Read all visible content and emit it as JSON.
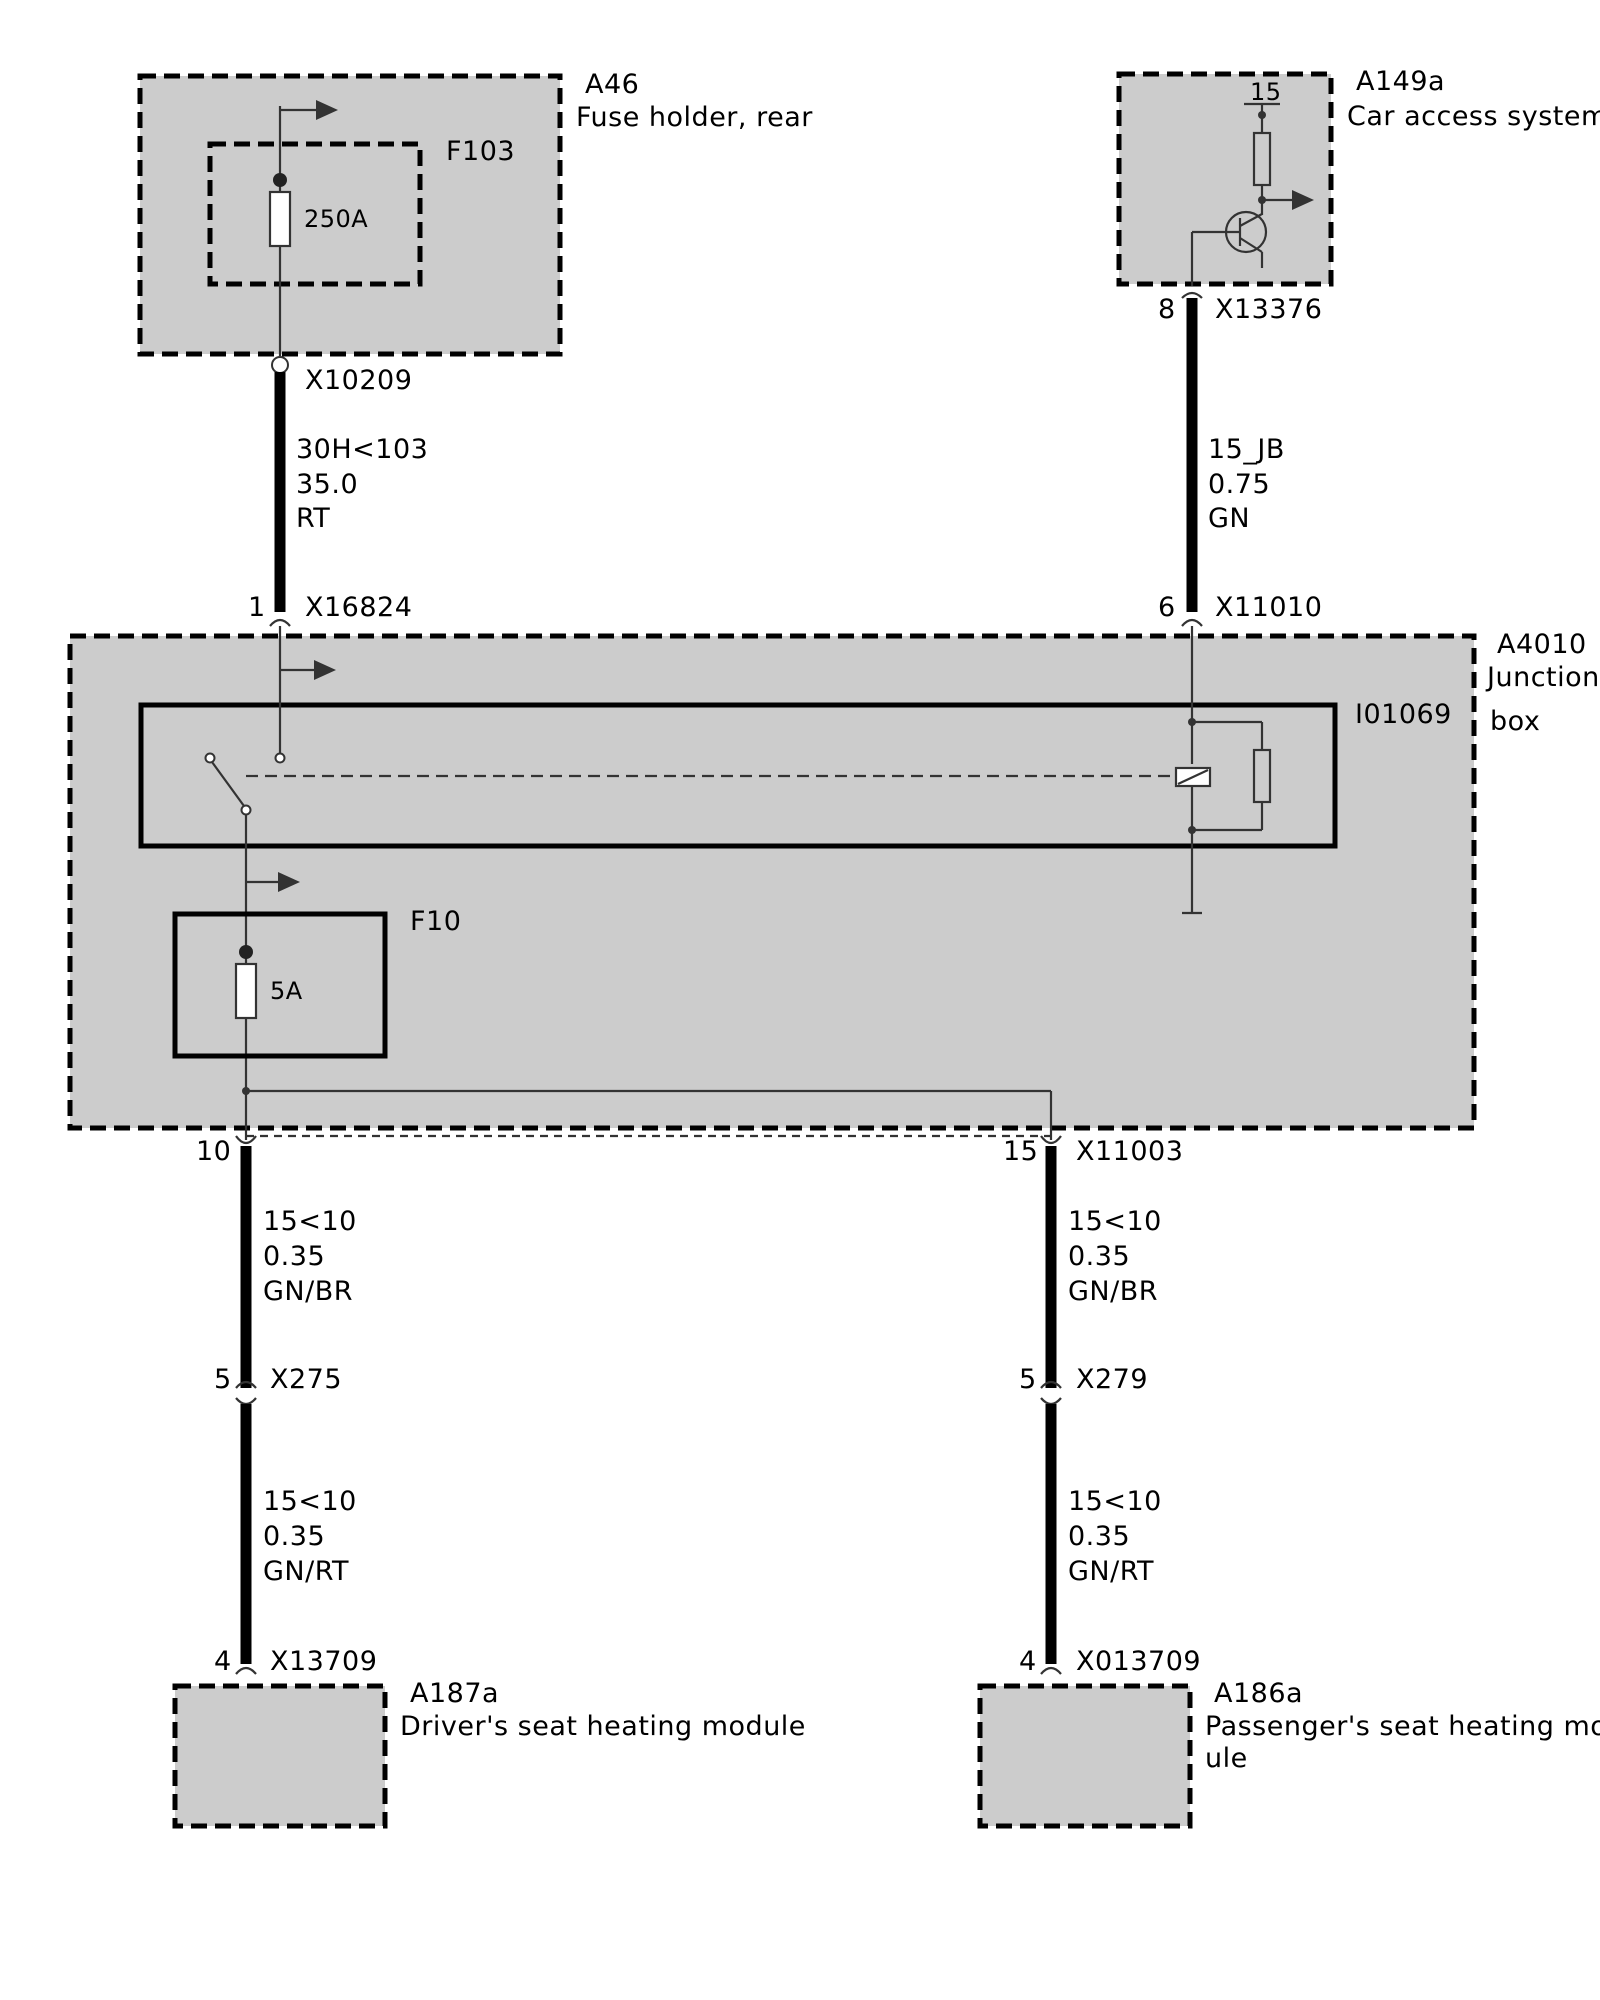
{
  "modules": {
    "a46": {
      "id": "A46",
      "name": "Fuse holder, rear"
    },
    "a149a": {
      "id": "A149a",
      "name": "Car access system",
      "terminal": "15"
    },
    "a4010": {
      "id": "A4010",
      "name_line1": "Junction",
      "name_line2": "box"
    },
    "a187a": {
      "id": "A187a",
      "name": "Driver's seat heating module"
    },
    "a186a": {
      "id": "A186a",
      "name_line1": "Passenger's seat heating mod-",
      "name_line2": "ule"
    }
  },
  "components": {
    "f103": {
      "id": "F103",
      "rating": "250A"
    },
    "f10": {
      "id": "F10",
      "rating": "5A"
    },
    "relay": {
      "id": "I01069"
    }
  },
  "connectors": {
    "x10209": {
      "id": "X10209"
    },
    "x13376": {
      "id": "X13376",
      "pin": "8"
    },
    "x16824": {
      "id": "X16824",
      "pin": "1"
    },
    "x11010": {
      "id": "X11010",
      "pin": "6"
    },
    "x11003": {
      "id": "X11003",
      "pin_left": "10",
      "pin_right": "15"
    },
    "x275": {
      "id": "X275",
      "pin": "5"
    },
    "x279": {
      "id": "X279",
      "pin": "5"
    },
    "x13709": {
      "id": "X13709",
      "pin": "4"
    },
    "x013709": {
      "id": "X013709",
      "pin": "4"
    }
  },
  "wires": {
    "w1": {
      "signal": "30H<103",
      "gauge": "35.0",
      "color": "RT"
    },
    "w2": {
      "signal": "15_JB",
      "gauge": "0.75",
      "color": "GN"
    },
    "w3": {
      "signal": "15<10",
      "gauge": "0.35",
      "color": "GN/BR"
    },
    "w4": {
      "signal": "15<10",
      "gauge": "0.35",
      "color": "GN/BR"
    },
    "w5": {
      "signal": "15<10",
      "gauge": "0.35",
      "color": "GN/RT"
    },
    "w6": {
      "signal": "15<10",
      "gauge": "0.35",
      "color": "GN/RT"
    }
  }
}
